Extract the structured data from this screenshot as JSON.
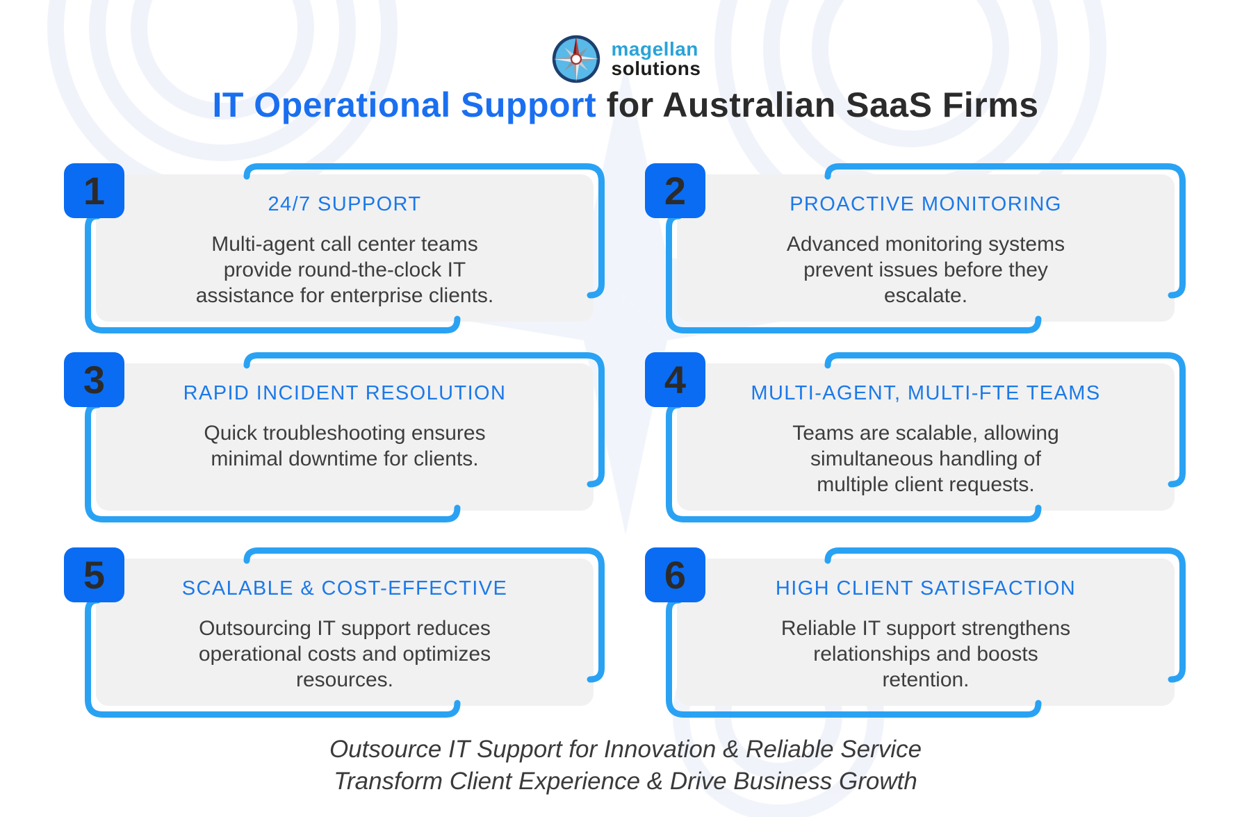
{
  "logo": {
    "icon": "compass-rose-icon",
    "brand_top": "magellan",
    "brand_bottom": "solutions"
  },
  "header": {
    "title_highlight": "IT Operational Support",
    "title_rest": " for Australian SaaS Firms"
  },
  "cards": [
    {
      "number": "1",
      "title": "24/7 SUPPORT",
      "body": [
        "Multi-agent call center teams",
        "provide round-the-clock IT",
        "assistance for enterprise clients."
      ]
    },
    {
      "number": "2",
      "title": "PROACTIVE MONITORING",
      "body": [
        "Advanced monitoring systems",
        "prevent issues before they",
        "escalate."
      ]
    },
    {
      "number": "3",
      "title": "RAPID INCIDENT RESOLUTION",
      "body": [
        "Quick troubleshooting ensures",
        "minimal downtime for clients."
      ]
    },
    {
      "number": "4",
      "title": "MULTI-AGENT, MULTI-FTE TEAMS",
      "body": [
        "Teams are scalable, allowing",
        "simultaneous handling of",
        "multiple client requests."
      ]
    },
    {
      "number": "5",
      "title": "SCALABLE & COST-EFFECTIVE",
      "body": [
        "Outsourcing IT support reduces",
        "operational costs and optimizes",
        "resources."
      ]
    },
    {
      "number": "6",
      "title": "HIGH CLIENT SATISFACTION",
      "body": [
        "Reliable IT support strengthens",
        "relationships and boosts",
        "retention."
      ]
    }
  ],
  "footer": {
    "lines": [
      "Outsource IT Support for Innovation & Reliable Service",
      "Transform Client Experience & Drive Business Growth"
    ]
  },
  "colors": {
    "badge_blue": "#0a6cf2",
    "bracket_blue": "#2aa2f3",
    "card_title_blue": "#1b79e8",
    "title_blue": "#1a6ff0",
    "body_text": "#3d3d3d",
    "card_gray": "#f1f1f2",
    "watermark_blue": "#eef2fa"
  }
}
